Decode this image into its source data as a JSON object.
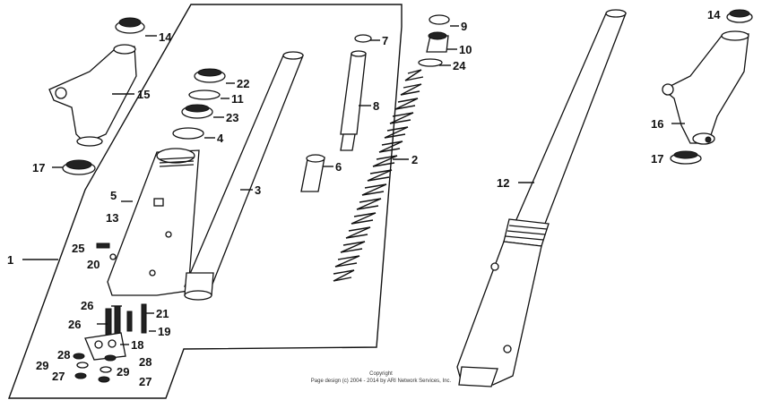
{
  "callouts": {
    "c1": "1",
    "c2": "2",
    "c3": "3",
    "c4": "4",
    "c5": "5",
    "c6": "6",
    "c7": "7",
    "c8": "8",
    "c9": "9",
    "c10": "10",
    "c11": "11",
    "c12": "12",
    "c13": "13",
    "c14a": "14",
    "c14b": "14",
    "c15": "15",
    "c16": "16",
    "c17a": "17",
    "c17b": "17",
    "c18": "18",
    "c19": "19",
    "c20": "20",
    "c21": "21",
    "c22": "22",
    "c23": "23",
    "c24": "24",
    "c25": "25",
    "c26a": "26",
    "c26b": "26",
    "c27a": "27",
    "c27b": "27",
    "c28a": "28",
    "c28b": "28",
    "c29a": "29",
    "c29b": "29"
  },
  "footer": {
    "line1": "Copyright",
    "line2": "Page design (c) 2004 - 2014 by ARI Network Services, Inc."
  }
}
